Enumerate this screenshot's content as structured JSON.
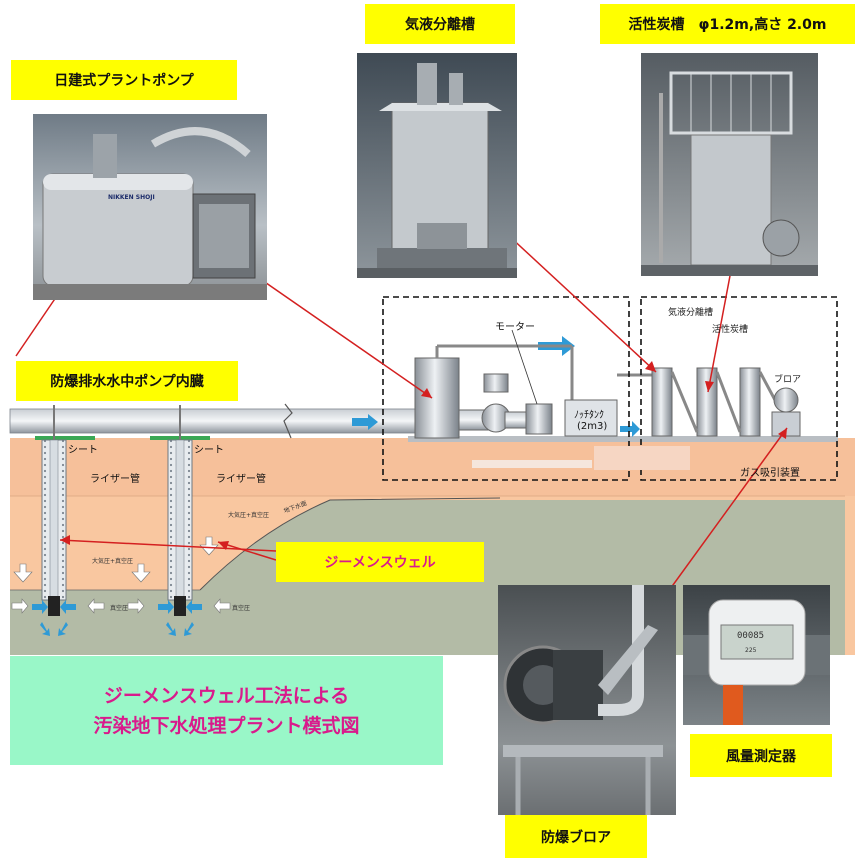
{
  "labels": {
    "nikken_pump": "日建式プラントポンプ",
    "gas_liquid_separator": "気液分離槽",
    "activated_carbon": "活性炭槽　φ1.2m,高さ 2.0m",
    "explosion_proof_pump": "防爆排水水中ポンプ内臓",
    "siemens_well": "ジーメンスウェル",
    "explosion_proof_blower": "防爆ブロア",
    "airflow_meter": "風量測定器"
  },
  "title": {
    "line1": "ジーメンスウェル工法による",
    "line2": "汚染地下水処理プラント模式図"
  },
  "diagram": {
    "motor": "モーター",
    "notch_tank_line1": "ﾉｯﾁﾀﾝｸ",
    "notch_tank_line2": "(2m3)",
    "separator_small": "気液分離槽",
    "carbon_small": "活性炭槽",
    "blower_small": "ブロア",
    "gas_suction": "ガス吸引装置",
    "sheet_left": "シート",
    "sheet_right": "シート",
    "riser_left": "ライザー管",
    "riser_right": "ライザー管",
    "groundwater": "地下水面",
    "atm_vac_1": "大気圧+真空圧",
    "atm_vac_2": "大気圧+真空圧",
    "vac_1": "真空圧",
    "vac_2": "真空圧"
  },
  "meter": {
    "display": "00085",
    "display2": "225"
  },
  "brand": {
    "pump_plate": "NIKKEN SHOJI"
  },
  "colors": {
    "label_bg": "#ffff00",
    "title_bg": "#99f7c8",
    "title_text": "#d91a8c",
    "arrow": "#d42020",
    "ground": "#f9c7a0",
    "water_zone": "#b3bba6",
    "flow_arrow": "#2e9ad6"
  }
}
